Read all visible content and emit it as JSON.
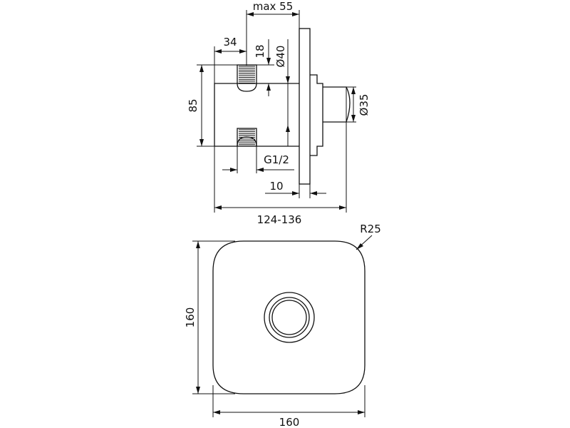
{
  "side_view": {
    "dims": {
      "max_depth": "max 55",
      "outlet_offset": "34",
      "thread_length": "18",
      "body_diameter": "Ø40",
      "outlet_spacing": "85",
      "handle_diameter": "Ø35",
      "thread_spec": "G1/2",
      "plate_thickness": "10",
      "total_length": "124-136"
    }
  },
  "front_view": {
    "dims": {
      "corner_radius": "R25",
      "height": "160",
      "width": "160"
    }
  },
  "colors": {
    "ink": "#111111",
    "background": "#ffffff"
  }
}
